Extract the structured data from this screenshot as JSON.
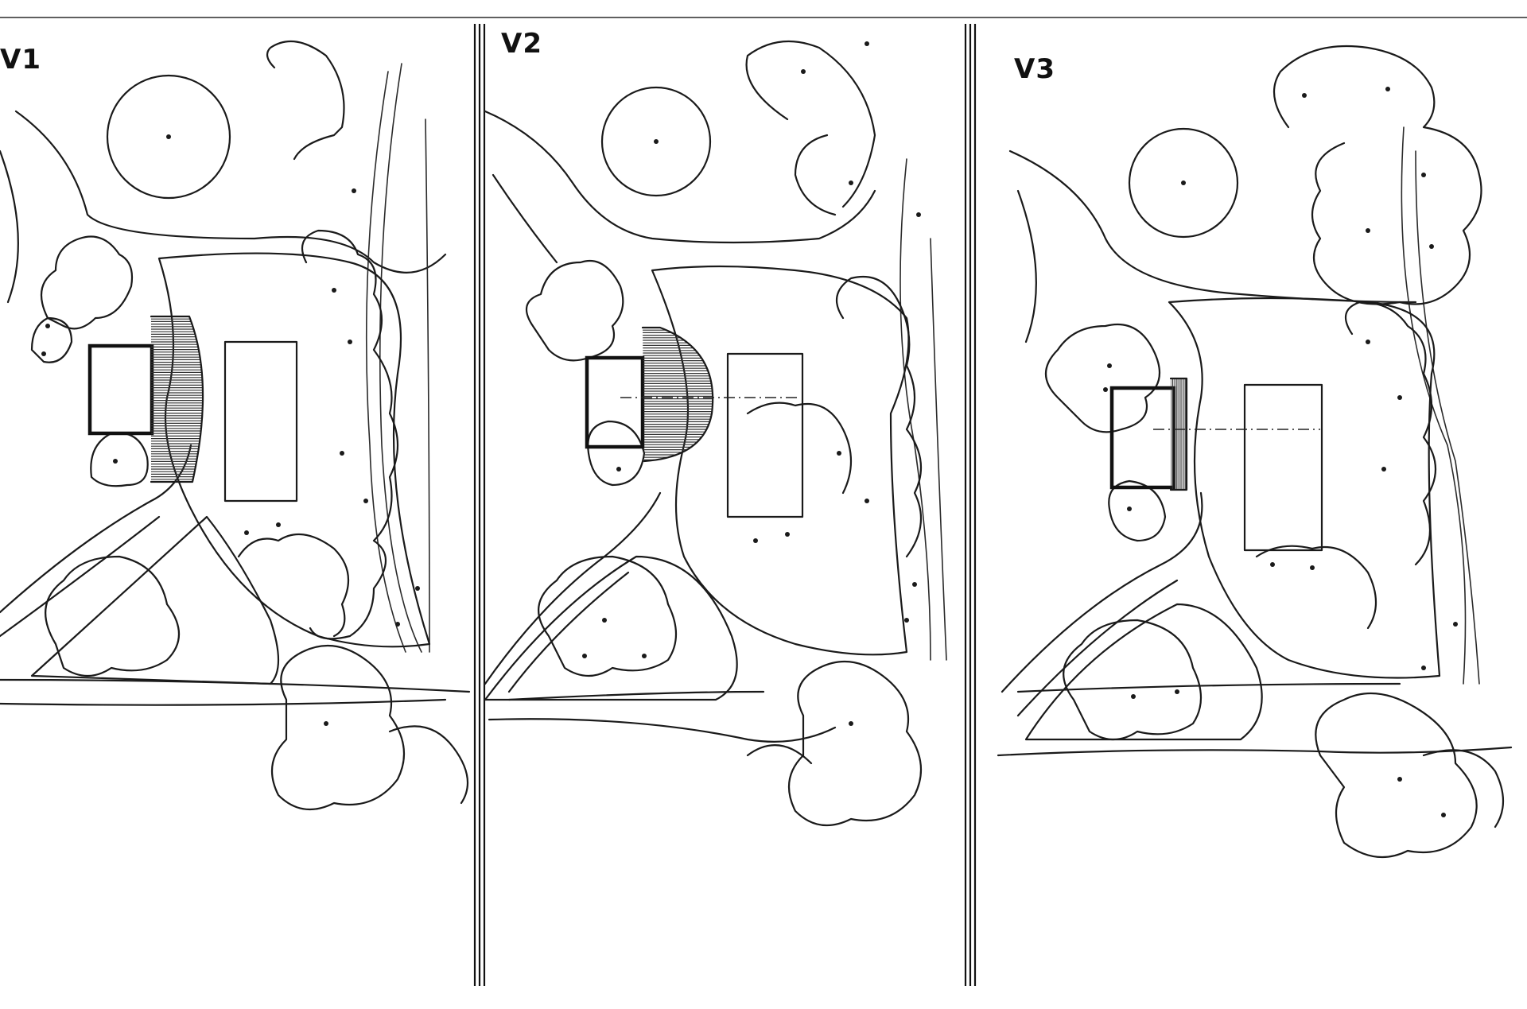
{
  "variants": [
    {
      "label": "V1"
    },
    {
      "label": "V2"
    },
    {
      "label": "V3"
    }
  ]
}
